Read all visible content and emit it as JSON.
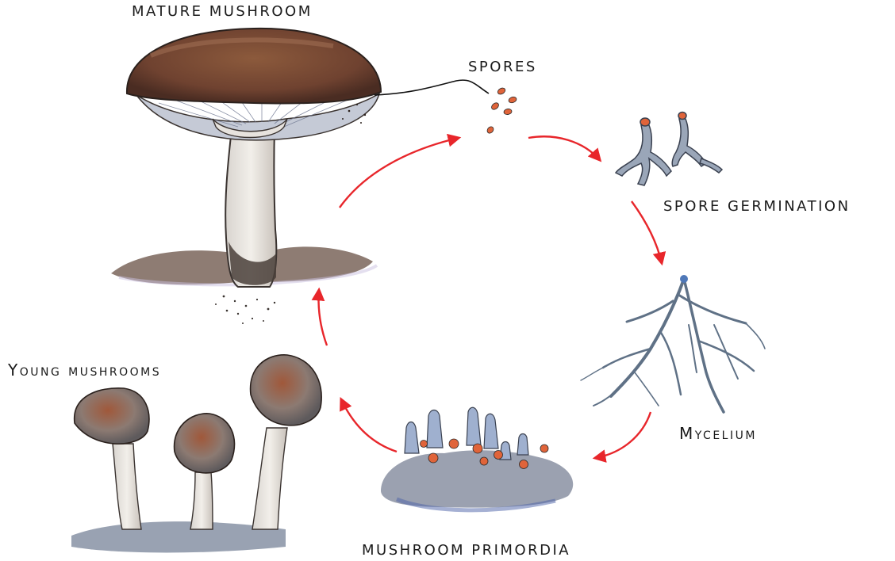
{
  "diagram": {
    "stages": {
      "mature": "MATURE MUSHROOM",
      "spores": "SPORES",
      "germination": "SPORE GERMINATION",
      "mycelium": "Mycelium",
      "primordia": "MUSHROOM PRIMORDIA",
      "young": "Young mushrooms"
    },
    "colors": {
      "arrow": "#e8262b",
      "cap": "#7b4a32",
      "gills": "#b9c4d6",
      "stem": "#e9e4dc",
      "soil": "#6d5a50",
      "mycelium": "#5f7186",
      "spore": "#e0643a"
    }
  }
}
